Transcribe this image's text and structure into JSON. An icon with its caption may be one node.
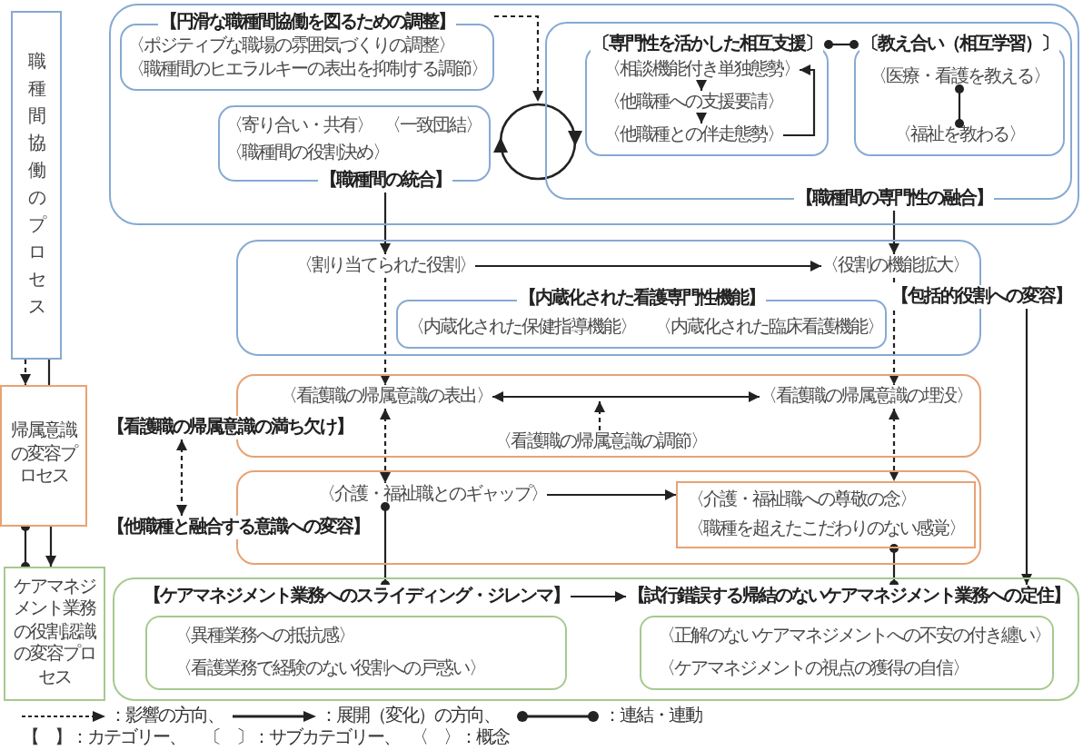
{
  "diagram": {
    "nodes": [
      {
        "text": [
          "職種間協働のプロセス"
        ]
      },
      {
        "text": [
          "帰属意識の変容プロセス"
        ]
      },
      {
        "text": [
          "ケアマネジメント業務の役割認識の変容プロセス"
        ]
      },
      {
        "text": [],
        "shape": "box"
      },
      {
        "text": [
          "【円滑な職種間協働を図るための調整】",
          "〈ポジティブな職場の雰囲気づくりの調整〉",
          "〈職種間のヒエラルキーの表出を抑制する調節〉"
        ],
        "in": 3
      },
      {
        "text": [
          "〈寄り合い・共有〉",
          "〈一致団結〉",
          "〈職種間の役割決め〉",
          "【職種間の統合】"
        ],
        "in": 3
      },
      {
        "text": [],
        "shape": "circle",
        "in": 3
      },
      {
        "text": [
          "【職種間の専門性の融合】"
        ],
        "in": 3
      },
      {
        "text": [
          "〔専門性を活かした相互支援〕"
        ],
        "in": 7
      },
      {
        "text": [
          "〈相談機能付き単独態勢〉"
        ],
        "in": 8
      },
      {
        "text": [
          "〈他職種への支援要請〉"
        ],
        "in": 8
      },
      {
        "text": [
          "〈他職種との伴走態勢〉"
        ],
        "in": 8
      },
      {
        "text": [
          "〔教え合い（相互学習）〕"
        ],
        "in": 7
      },
      {
        "text": [
          "〈医療・看護を教える〉"
        ],
        "in": 12
      },
      {
        "text": [
          "〈福祉を教わる〉"
        ],
        "in": 12
      },
      {
        "text": [
          "【包括的役割への変容】"
        ]
      },
      {
        "text": [
          "〈割り当てられた役割〉"
        ],
        "in": 15
      },
      {
        "text": [
          "〈役割の機能拡大〉"
        ],
        "in": 15
      },
      {
        "text": [
          "【内蔵化された看護専門性機能】",
          "〈内蔵化された保健指導機能〉",
          "〈内蔵化された臨床看護機能〉"
        ],
        "in": 15
      },
      {
        "text": [
          "【看護職の帰属意識の満ち欠け】"
        ]
      },
      {
        "text": [
          "〈看護職の帰属意識の表出〉"
        ],
        "in": 19
      },
      {
        "text": [
          "〈看護職の帰属意識の調節〉"
        ],
        "in": 19
      },
      {
        "text": [
          "〈看護職の帰属意識の埋没〉"
        ],
        "in": 19
      },
      {
        "text": [
          "【他職種と融合する意識への変容】"
        ]
      },
      {
        "text": [
          "〈介護・福祉職とのギャップ〉"
        ],
        "in": 23
      },
      {
        "text": [
          "〈介護・福祉職への尊敬の念〉",
          "〈職種を超えたこだわりのない感覚〉"
        ],
        "in": 23
      },
      {
        "text": [],
        "shape": "box"
      },
      {
        "text": [
          "【ケアマネジメント業務へのスライディング・ジレンマ】",
          "〈異種業務への抵抗感〉",
          "〈看護業務で経験のない役割への戸惑い〉"
        ],
        "in": 26
      },
      {
        "text": [
          "【試行錯誤する帰結のないケアマネジメント業務への定住】",
          "〈正解のないケアマネジメントへの不安の付き纏い〉",
          "〈ケアマネジメントの視点の獲得の自信〉"
        ],
        "in": 26
      }
    ],
    "edges": [
      {
        "from": 0,
        "to": 1,
        "arrow": "to",
        "style": "dashed"
      },
      {
        "from": 0,
        "to": 1,
        "arrow": "none"
      },
      {
        "from": 1,
        "to": 2,
        "arrow": "other"
      },
      {
        "from": 1,
        "to": 2,
        "arrow": "to"
      },
      {
        "from": 4,
        "to": 6,
        "arrow": "to",
        "style": "dashed"
      },
      {
        "from": 8,
        "to": 12,
        "arrow": "other"
      },
      {
        "from": 9,
        "to": 10,
        "arrow": "to"
      },
      {
        "from": 10,
        "to": 11,
        "arrow": "to"
      },
      {
        "from": 11,
        "to": 9,
        "arrow": "to"
      },
      {
        "from": 13,
        "to": 14,
        "arrow": "other"
      },
      {
        "from": 5,
        "to": 16,
        "arrow": "to"
      },
      {
        "from": 7,
        "to": 17,
        "arrow": "to"
      },
      {
        "from": 16,
        "to": 17,
        "arrow": "to"
      },
      {
        "from": 16,
        "to": 20,
        "arrow": "to",
        "style": "dashed"
      },
      {
        "from": 17,
        "to": 22,
        "arrow": "to",
        "style": "dashed"
      },
      {
        "from": 20,
        "to": 22,
        "arrow": "both"
      },
      {
        "from": 21,
        "to": null,
        "arrow": "to",
        "style": "dashed"
      },
      {
        "from": 19,
        "to": 23,
        "arrow": "both",
        "style": "dashed"
      },
      {
        "from": 20,
        "to": 24,
        "arrow": "both",
        "style": "dashed"
      },
      {
        "from": 22,
        "to": 25,
        "arrow": "both",
        "style": "dashed"
      },
      {
        "from": 24,
        "to": 25,
        "arrow": "to"
      },
      {
        "from": 24,
        "to": 27,
        "arrow": "other"
      },
      {
        "from": 25,
        "to": 28,
        "arrow": "other"
      },
      {
        "from": 15,
        "to": 28,
        "arrow": "to"
      },
      {
        "from": 27,
        "to": 28,
        "arrow": "to"
      }
    ],
    "labels": [
      "【　】：カテゴリー、",
      "〔　〕：サブカテゴリー、",
      "〈　〉：概念"
    ],
    "legend": [
      {
        "text": "：影響の方向、"
      },
      {
        "text": "：展開（変化）の方向、"
      },
      {
        "text": "：連結・連動"
      }
    ]
  }
}
